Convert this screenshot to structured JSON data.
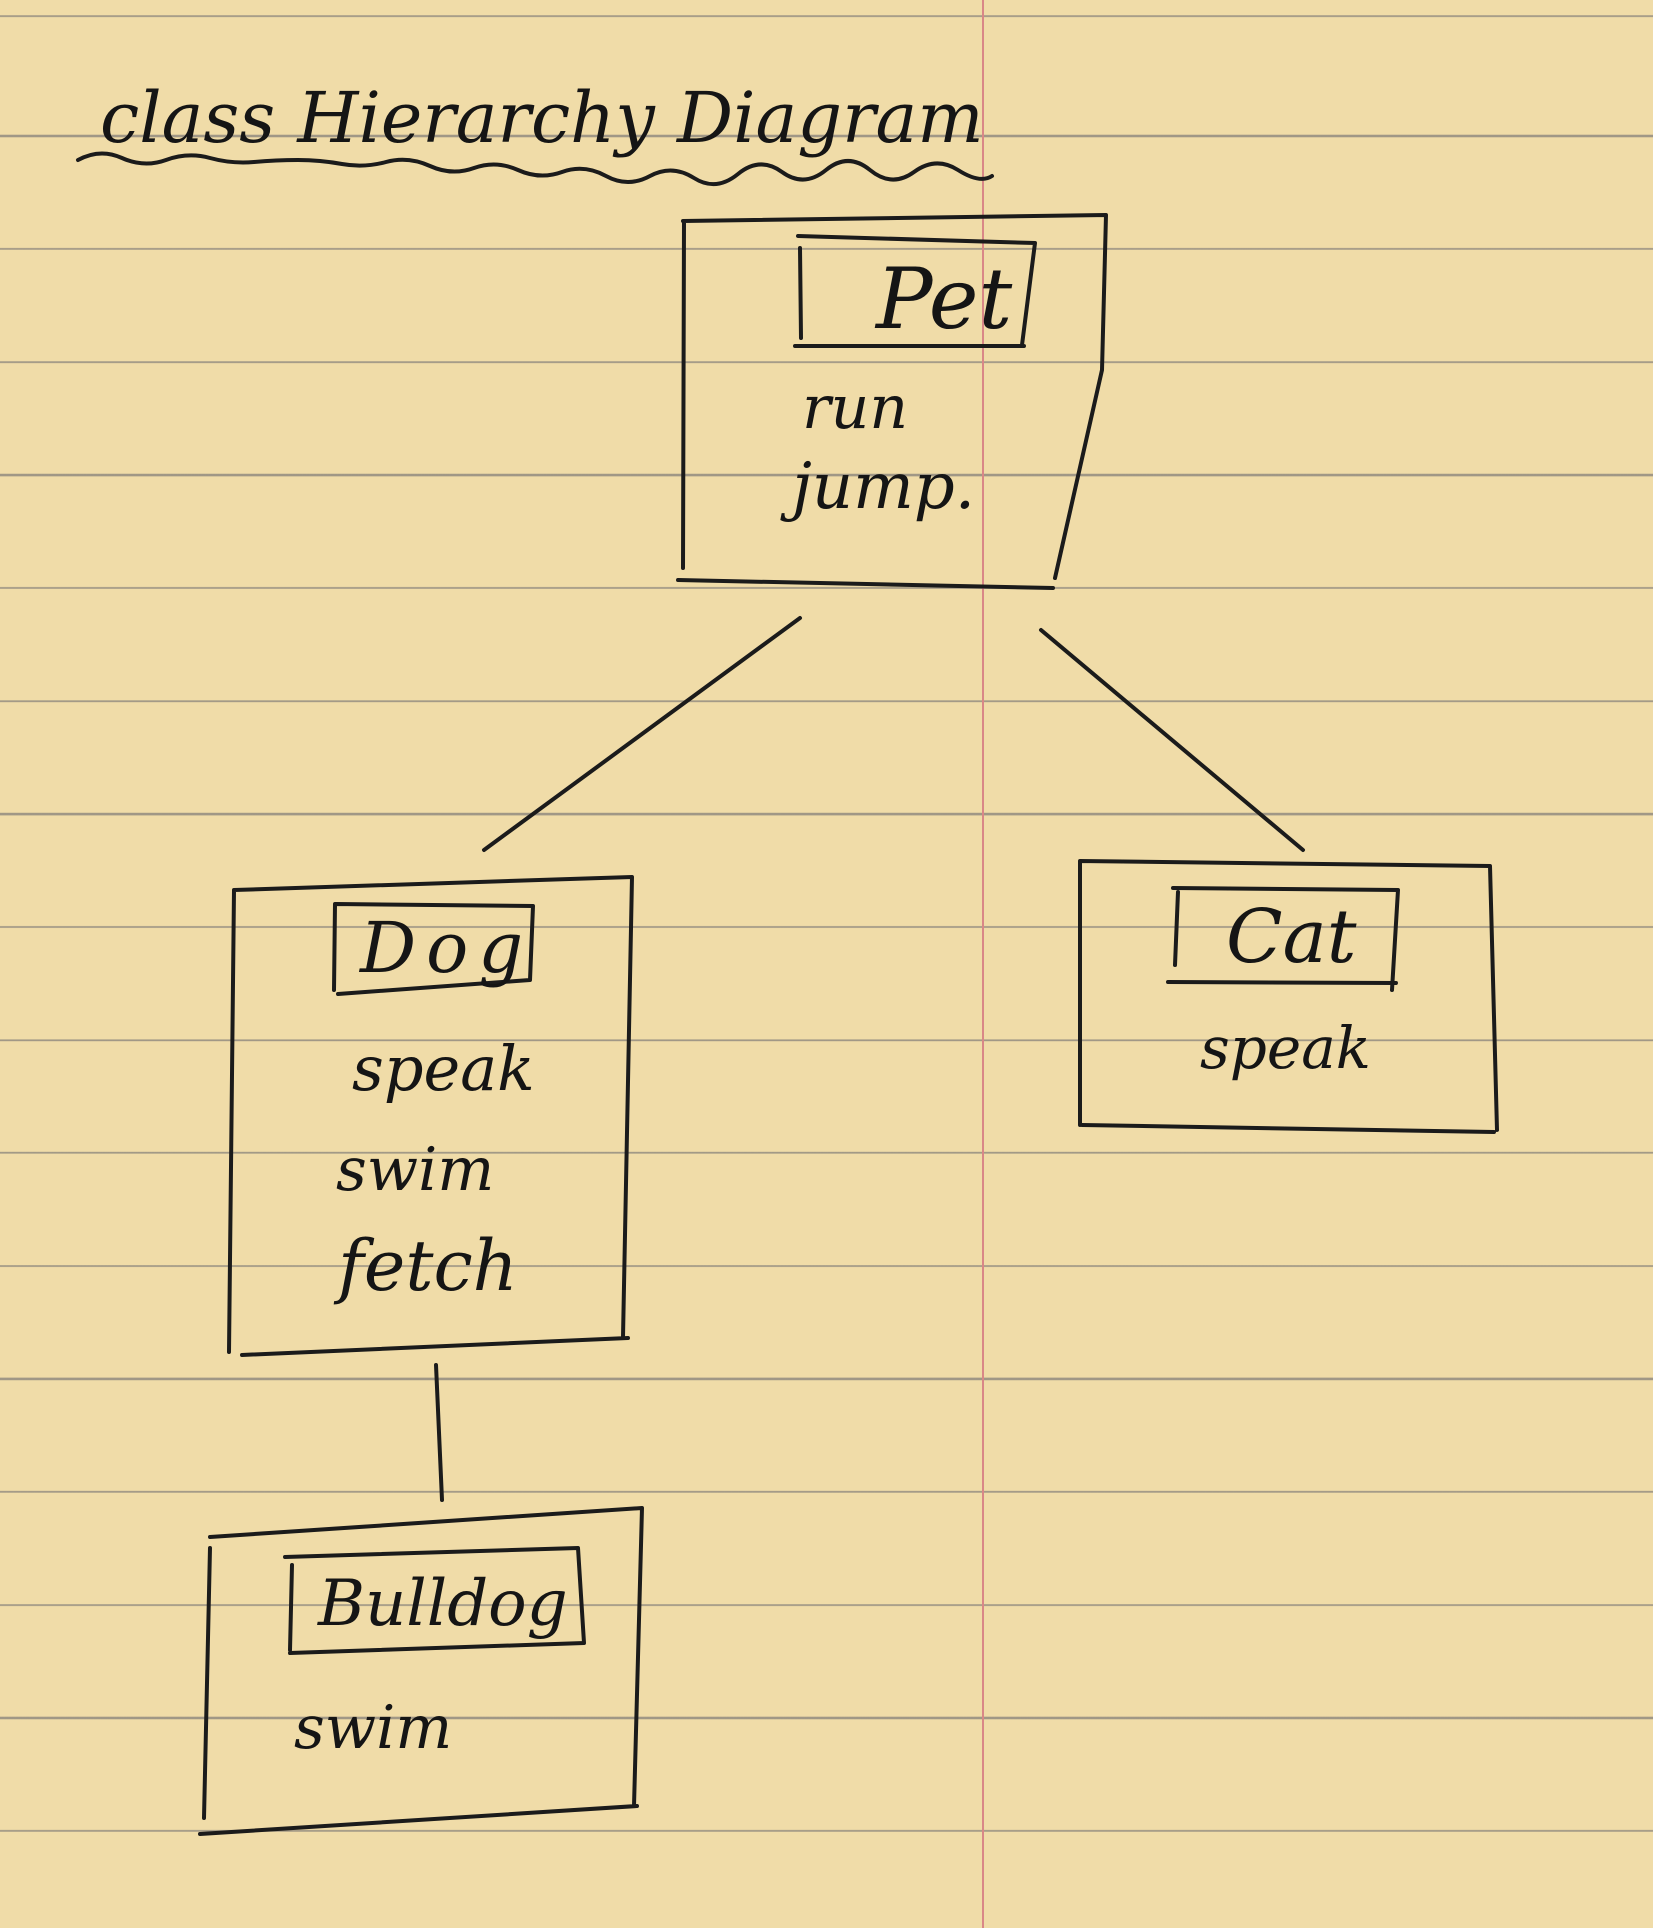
{
  "title": "class Hierarchy Diagram",
  "classes": [
    {
      "name": "Pet",
      "methods": [
        "run",
        "jump."
      ]
    },
    {
      "name": "Dog",
      "methods": [
        "speak",
        "swim",
        "fetch"
      ]
    },
    {
      "name": "Cat",
      "methods": [
        "speak"
      ]
    },
    {
      "name": "Bulldog",
      "methods": [
        "swim"
      ]
    }
  ],
  "relations": [
    {
      "parent": "Pet",
      "child": "Dog"
    },
    {
      "parent": "Pet",
      "child": "Cat"
    },
    {
      "parent": "Dog",
      "child": "Bulldog"
    }
  ],
  "colors": {
    "paper": "#f0dca8",
    "ink": "#1b1b1b",
    "rule": "#5f5f69",
    "margin": "#d98787"
  }
}
